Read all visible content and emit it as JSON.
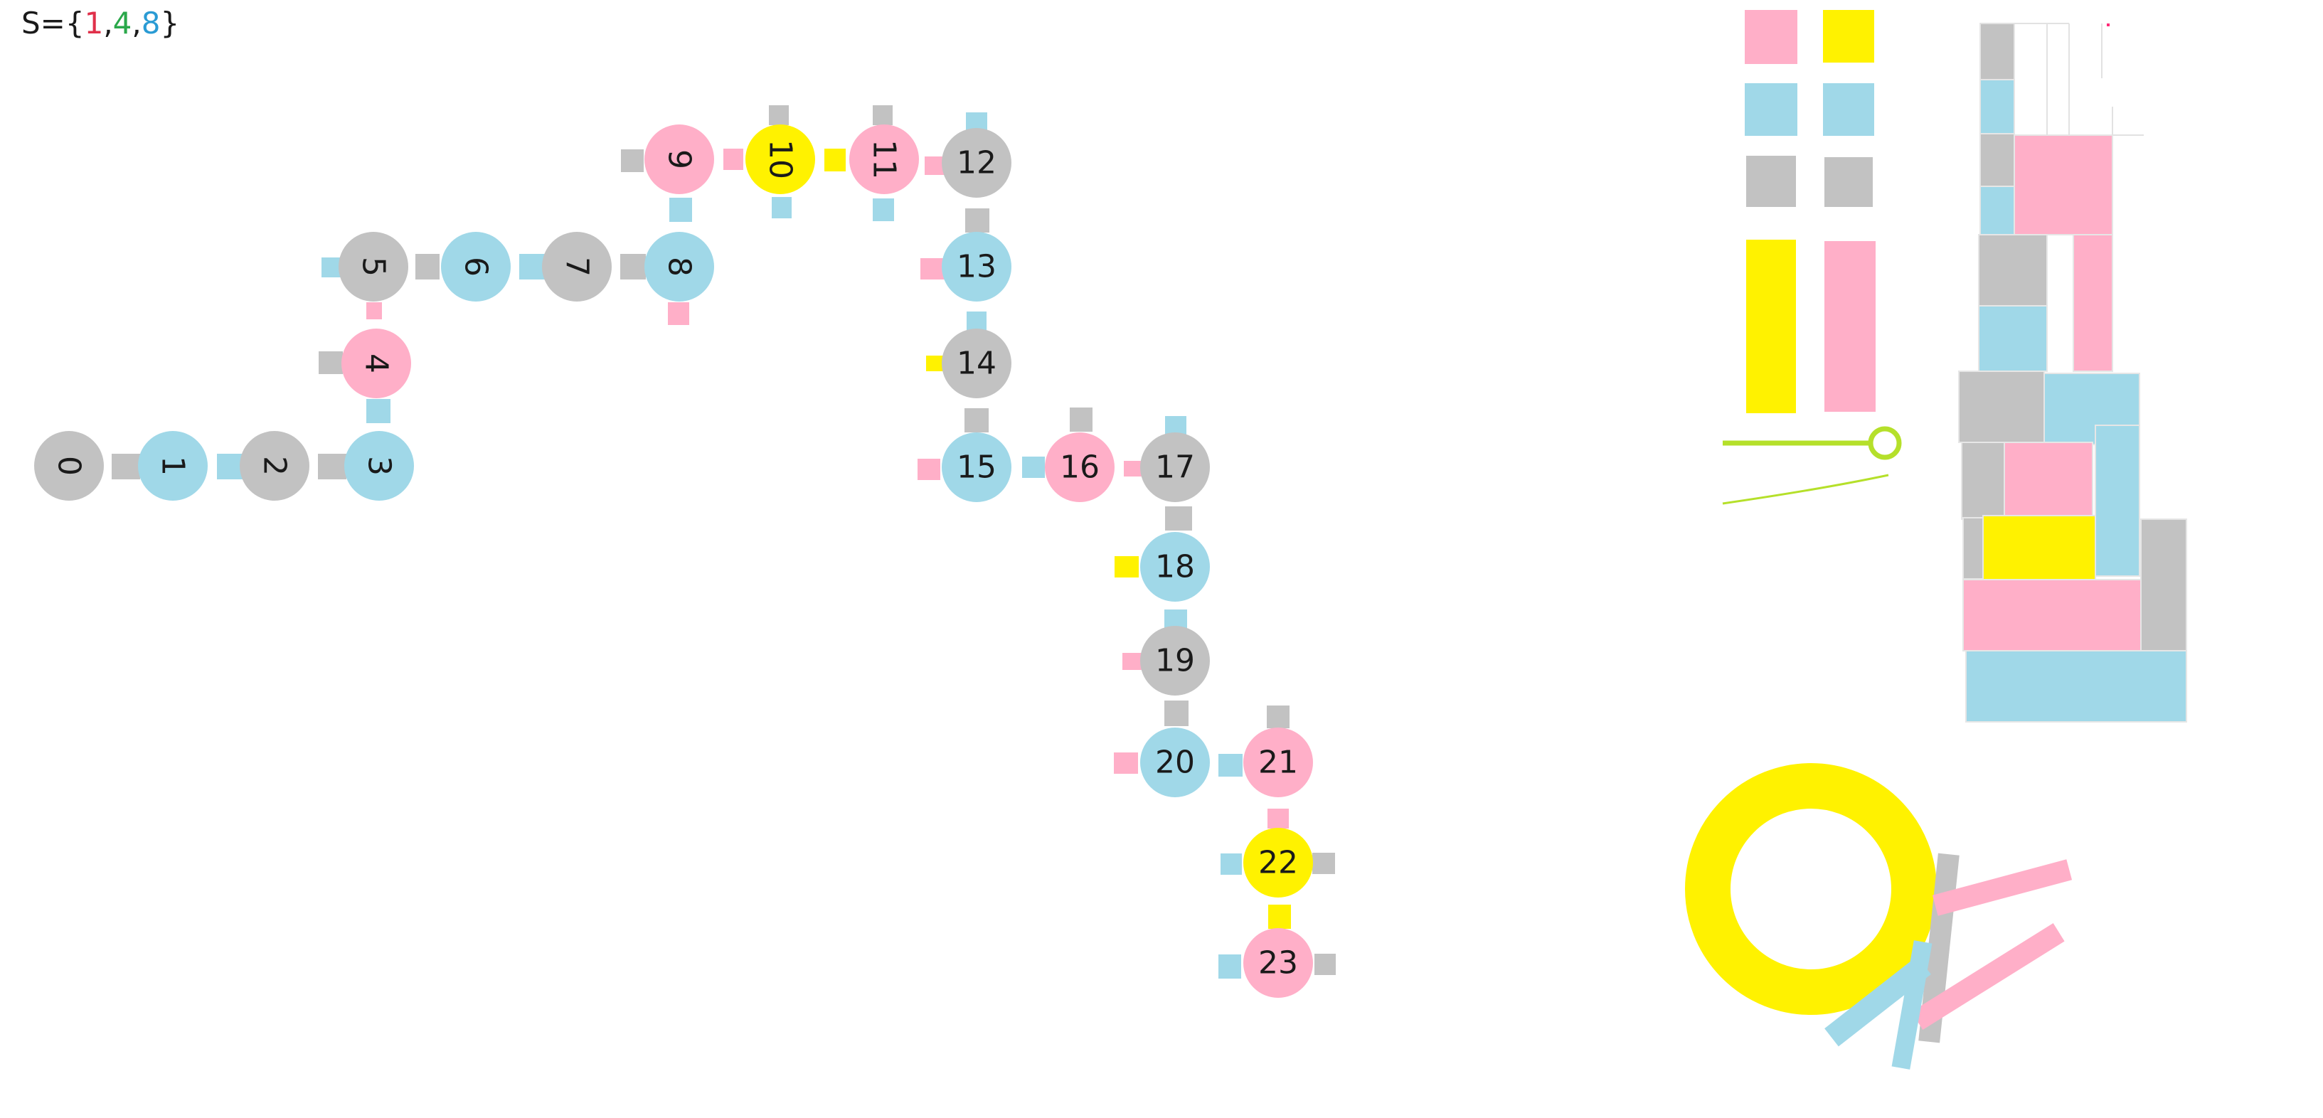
{
  "header": {
    "prefix": "S={",
    "items": [
      {
        "text": "1",
        "color": "#e0304a"
      },
      {
        "text": ",",
        "color": "#1a1a1a"
      },
      {
        "text": "4",
        "color": "#2aa84a"
      },
      {
        "text": ",",
        "color": "#1a1a1a"
      },
      {
        "text": "8",
        "color": "#2a9bd4"
      }
    ],
    "suffix": "}"
  },
  "palette": {
    "gray": "#c2c2c2",
    "blue": "#a0d8e8",
    "pink": "#ffafc8",
    "yellow": "#fff200",
    "lime": "#b5e02a"
  },
  "nodes": [
    {
      "label": "0",
      "color": "gray",
      "rotated": true
    },
    {
      "label": "1",
      "color": "blue",
      "rotated": true
    },
    {
      "label": "2",
      "color": "gray",
      "rotated": true
    },
    {
      "label": "3",
      "color": "blue",
      "rotated": true
    },
    {
      "label": "4",
      "color": "pink",
      "rotated": true
    },
    {
      "label": "5",
      "color": "gray",
      "rotated": true
    },
    {
      "label": "6",
      "color": "blue",
      "rotated": true
    },
    {
      "label": "7",
      "color": "gray",
      "rotated": true
    },
    {
      "label": "8",
      "color": "blue",
      "rotated": true
    },
    {
      "label": "9",
      "color": "pink",
      "rotated": true
    },
    {
      "label": "10",
      "color": "yellow",
      "rotated": true
    },
    {
      "label": "11",
      "color": "pink",
      "rotated": true
    },
    {
      "label": "12",
      "color": "gray",
      "rotated": false
    },
    {
      "label": "13",
      "color": "blue",
      "rotated": false
    },
    {
      "label": "14",
      "color": "gray",
      "rotated": false
    },
    {
      "label": "15",
      "color": "blue",
      "rotated": false
    },
    {
      "label": "16",
      "color": "pink",
      "rotated": false
    },
    {
      "label": "17",
      "color": "gray",
      "rotated": false
    },
    {
      "label": "18",
      "color": "blue",
      "rotated": false
    },
    {
      "label": "19",
      "color": "gray",
      "rotated": false
    },
    {
      "label": "20",
      "color": "blue",
      "rotated": false
    },
    {
      "label": "21",
      "color": "pink",
      "rotated": false
    },
    {
      "label": "22",
      "color": "yellow",
      "rotated": false
    },
    {
      "label": "23",
      "color": "pink",
      "rotated": false
    }
  ]
}
